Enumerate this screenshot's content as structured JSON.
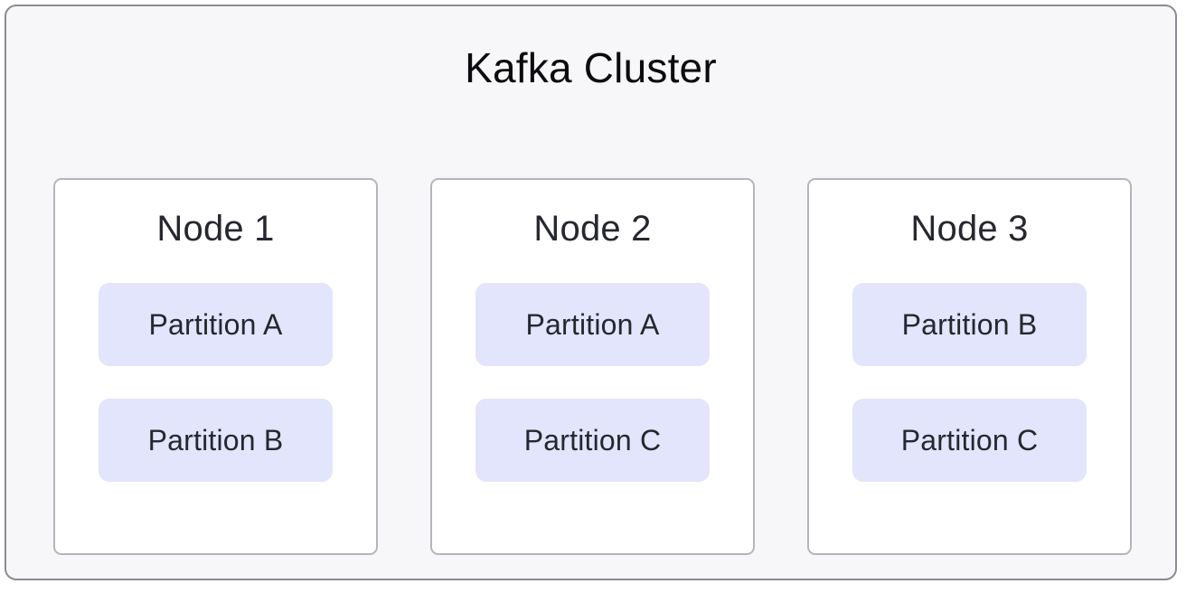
{
  "diagram": {
    "title": "Kafka Cluster",
    "colors": {
      "cluster_background": "#f7f7f9",
      "cluster_border": "#8b8b94",
      "node_background": "#ffffff",
      "node_border": "#b4b4bc",
      "partition_background": "#e2e5fb",
      "text": "#26272f",
      "title_text": "#0c0c10"
    },
    "nodes": [
      {
        "label": "Node 1",
        "partitions": [
          {
            "label": "Partition A"
          },
          {
            "label": "Partition B"
          }
        ]
      },
      {
        "label": "Node 2",
        "partitions": [
          {
            "label": "Partition A"
          },
          {
            "label": "Partition C"
          }
        ]
      },
      {
        "label": "Node 3",
        "partitions": [
          {
            "label": "Partition B"
          },
          {
            "label": "Partition C"
          }
        ]
      }
    ]
  }
}
